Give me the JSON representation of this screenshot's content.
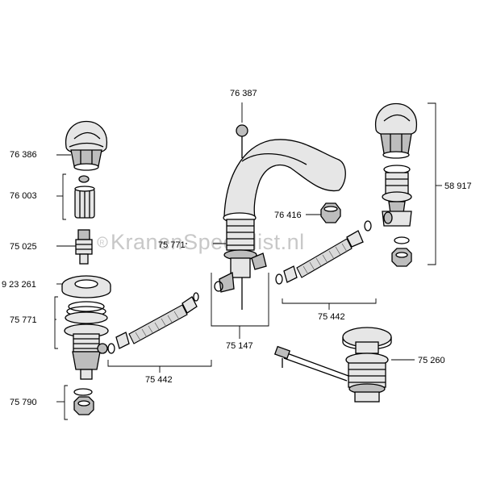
{
  "watermark": "KranenSpecialist.nl",
  "parts": [
    {
      "id": "p76387",
      "label": "76 387"
    },
    {
      "id": "p76386",
      "label": "76 386"
    },
    {
      "id": "p76003",
      "label": "76 003"
    },
    {
      "id": "p75025",
      "label": "75 025"
    },
    {
      "id": "p923261",
      "label": "9 23 261"
    },
    {
      "id": "p75771a",
      "label": "75 771"
    },
    {
      "id": "p75790",
      "label": "75 790"
    },
    {
      "id": "p75771b",
      "label": "75 771"
    },
    {
      "id": "p76416",
      "label": "76 416"
    },
    {
      "id": "p58917",
      "label": "58 917"
    },
    {
      "id": "p75442a",
      "label": "75 442"
    },
    {
      "id": "p75147",
      "label": "75 147"
    },
    {
      "id": "p75442b",
      "label": "75 442"
    },
    {
      "id": "p75260",
      "label": "75 260"
    }
  ]
}
